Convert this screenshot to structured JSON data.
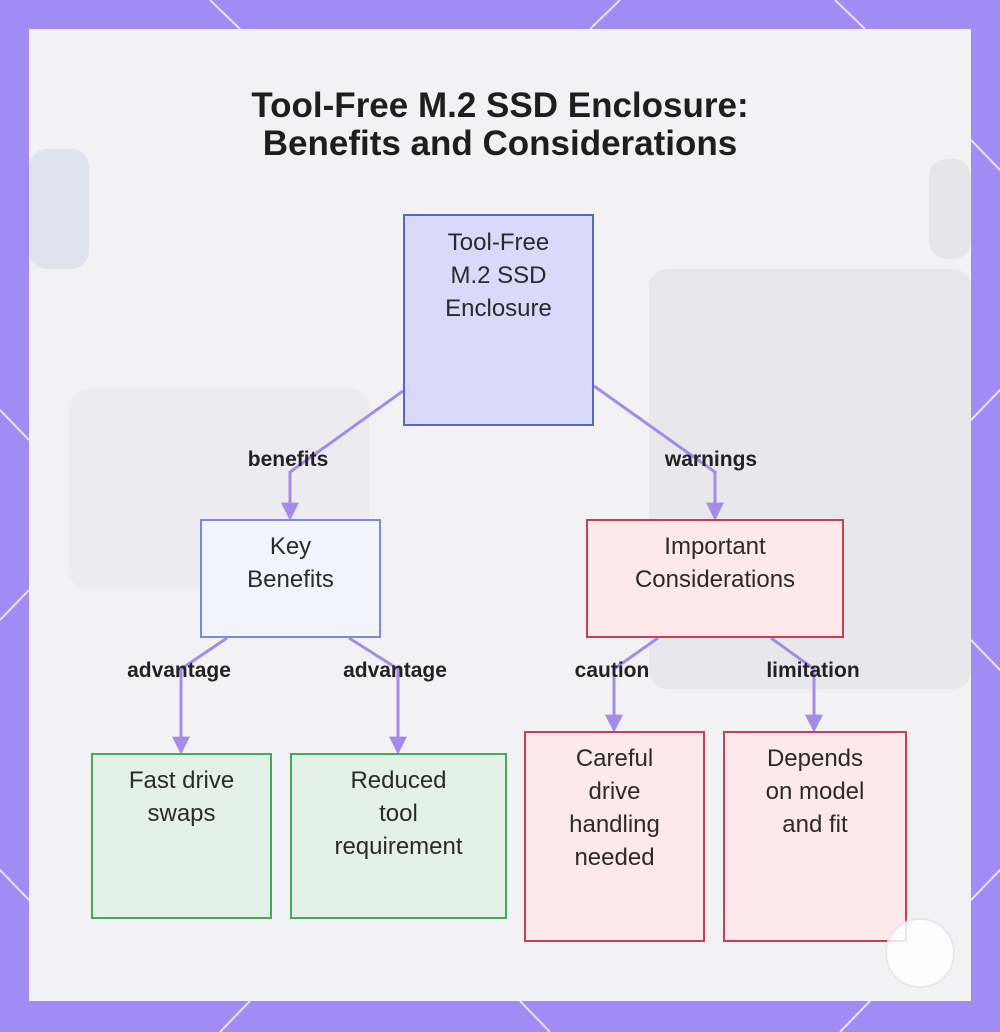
{
  "title": {
    "line1": "Tool-Free M.2 SSD Enclosure:",
    "line2": "Benefits and Considerations"
  },
  "nodes": {
    "root": [
      "Tool-Free",
      "M.2 SSD",
      "Enclosure"
    ],
    "benefits": [
      "Key",
      "Benefits"
    ],
    "considerations": [
      "Important",
      "Considerations"
    ],
    "fast_swaps": [
      "Fast drive",
      "swaps"
    ],
    "reduced_tool": [
      "Reduced",
      "tool",
      "requirement"
    ],
    "careful_handling": [
      "Careful",
      "drive",
      "handling",
      "needed"
    ],
    "depends_model": [
      "Depends",
      "on model",
      "and fit"
    ]
  },
  "edges": {
    "benefits": "benefits",
    "warnings": "warnings",
    "advantage_1": "advantage",
    "advantage_2": "advantage",
    "caution": "caution",
    "limitation": "limitation"
  },
  "colors": {
    "frame": "#a18bf5",
    "connector": "#a58be8",
    "root_fill": "#d8dafb",
    "root_border": "#5a67c2",
    "benefit_fill": "#e4f1e6",
    "benefit_border": "#48a85a",
    "warning_fill": "#fde8ea",
    "warning_border": "#c8404f"
  }
}
